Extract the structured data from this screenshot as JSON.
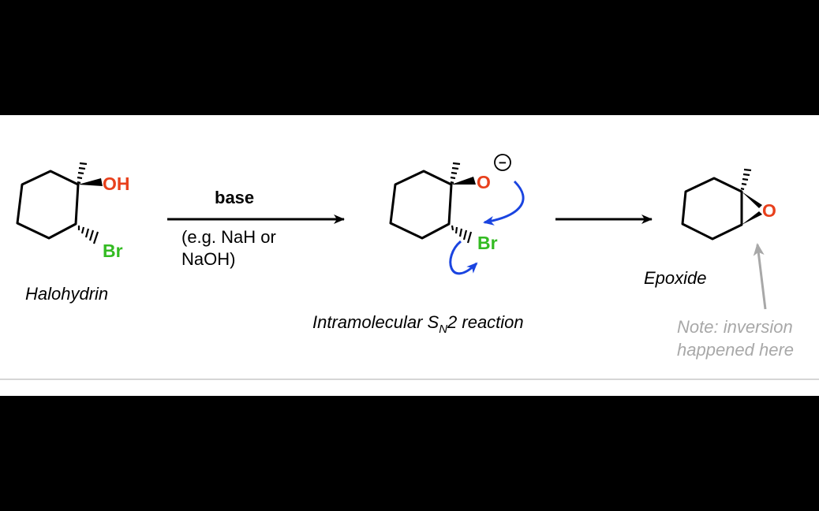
{
  "colors": {
    "oxygen": "#e8401c",
    "bromine": "#33bb22",
    "curly_arrow": "#1a44e0",
    "note": "#a8a8a8",
    "reaction_arrow": "#000000"
  },
  "halohydrin": {
    "oxygen_label": "OH",
    "bromine_label": "Br",
    "name": "Halohydrin"
  },
  "step1": {
    "reagent": "base",
    "example_line1": "(e.g. NaH or",
    "example_line2": "NaOH)"
  },
  "intermediate": {
    "oxygen_label": "O",
    "charge": "−",
    "bromine_label": "Br",
    "caption_prefix": "Intramolecular S",
    "caption_subscript": "N",
    "caption_suffix": "2 reaction"
  },
  "epoxide": {
    "oxygen_label": "O",
    "name": "Epoxide"
  },
  "note": {
    "line1": "Note: inversion",
    "line2": "happened here"
  }
}
